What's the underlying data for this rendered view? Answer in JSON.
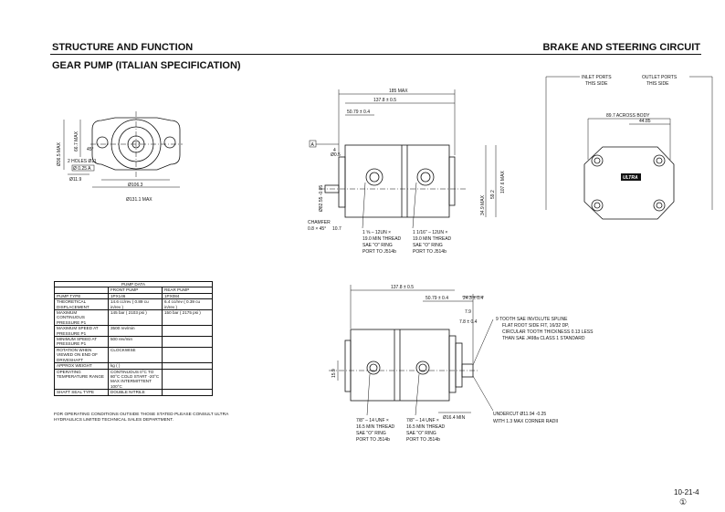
{
  "header": {
    "left": "STRUCTURE AND FUNCTION",
    "right": "BRAKE AND STEERING CIRCUIT",
    "subtitle": "GEAR PUMP (ITALIAN SPECIFICATION)"
  },
  "front_view": {
    "dims": [
      "Ø36.5 MAX",
      "66.7 MAX",
      "45°",
      "2 HOLES Ø11",
      "Ø 0.25 A",
      "Ø11.9",
      "Ø106.3",
      "Ø131.1 MAX"
    ]
  },
  "side_view_top": {
    "dims": [
      "185 MAX",
      "137.8 ± 0.5",
      "50.79 ± 0.4",
      "A",
      "Ø0.5",
      "4",
      "Ø82.55 -0.05",
      "107.6 MAX",
      "34.9 MAX",
      "59.2",
      "CHAMFER",
      "0.8 × 45°",
      "10.7"
    ],
    "port_front": [
      "1 ⅝ – 12UN ×",
      "19.0 MIN THREAD",
      "SAE \"O\" RING",
      "PORT TO J514b"
    ],
    "port_rear": [
      "1 1/16\" – 12UN ×",
      "19.0 MIN THREAD",
      "SAE \"O\" RING",
      "PORT TO J514b"
    ]
  },
  "end_view": {
    "inlet": [
      "INLET PORTS",
      "THIS SIDE"
    ],
    "outlet": [
      "OUTLET PORTS",
      "THIS SIDE"
    ],
    "across_body": "89.7 ACROSS BODY",
    "dim2": "44.85",
    "logo": "ULTRA"
  },
  "side_view_bottom": {
    "dims": [
      "137.8 ± 0.5",
      "50.79 ± 0.4",
      "24.3 ± 0.4",
      "7.9",
      "7.8 ± 0.4",
      "15.9",
      "Ø16.4 MIN"
    ],
    "spline": [
      "9 TOOTH SAE INVOLUTE SPLINE",
      "FLAT ROOT SIDE FIT, 16/32 DP,",
      "CIRCULAR TOOTH THICKNESS 0.13 LESS",
      "THAN SAE J498a CLASS 1 STANDARD"
    ],
    "undercut": [
      "UNDERCUT Ø11.94 -0.25",
      "WITH 1.3 MAX CORNER RADII"
    ],
    "port_front": [
      "7/8\" – 14 UNF ×",
      "16.5 MIN THREAD",
      "SAE \"O\" RING",
      "PORT TO J514b"
    ],
    "port_rear": [
      "7/8\" – 14 UNF ×",
      "16.5 MIN THREAD",
      "SAE \"O\" RING",
      "PORT TO J514b"
    ]
  },
  "pump_data": {
    "title": "PUMP DATA",
    "columns": [
      "",
      "FRONT PUMP",
      "REAR PUMP"
    ],
    "rows": [
      [
        "PUMP TYPE",
        "1PX146",
        "1PX084"
      ],
      [
        "THEORETICAL DISPLACEMENT",
        "14.6 cc/rev ( 0.89 cu in/rev )",
        "6.4 cc/rev ( 0.39 cu in/rev )"
      ],
      [
        "MAXIMUM CONTINUOUS PRESSURE P1",
        "145 bar ( 2103 psi )",
        "150 bar ( 2175 psi )"
      ],
      [
        "MAXIMUM SPEED AT PRESSURE P1",
        "3500 rev/min",
        ""
      ],
      [
        "MINIMUM SPEED AT PRESSURE P1",
        "500 rev/min",
        ""
      ],
      [
        "ROTATION WHEN VIEWED ON END OF DRIVESHAFT",
        "CLOCKWISE",
        ""
      ],
      [
        "APPROX WEIGHT",
        "kg (   )",
        ""
      ],
      [
        "OPERATING TEMPERATURE RANGE",
        "CONTINUOUS 0°C TO 80°C COLD START -20°C MAX INTERMITTENT 100°C",
        ""
      ],
      [
        "SHAFT SEAL TYPE",
        "DOUBLE NITRILE",
        ""
      ]
    ]
  },
  "footnote": "FOR OPERATING CONDITIONS OUTSIDE THOSE STATED PLEASE CONSULT ULTRA HYDRAULICS LIMITED TECHNICAL SALES DEPARTMENT.",
  "page_number": "10-21-4",
  "revision": "①"
}
